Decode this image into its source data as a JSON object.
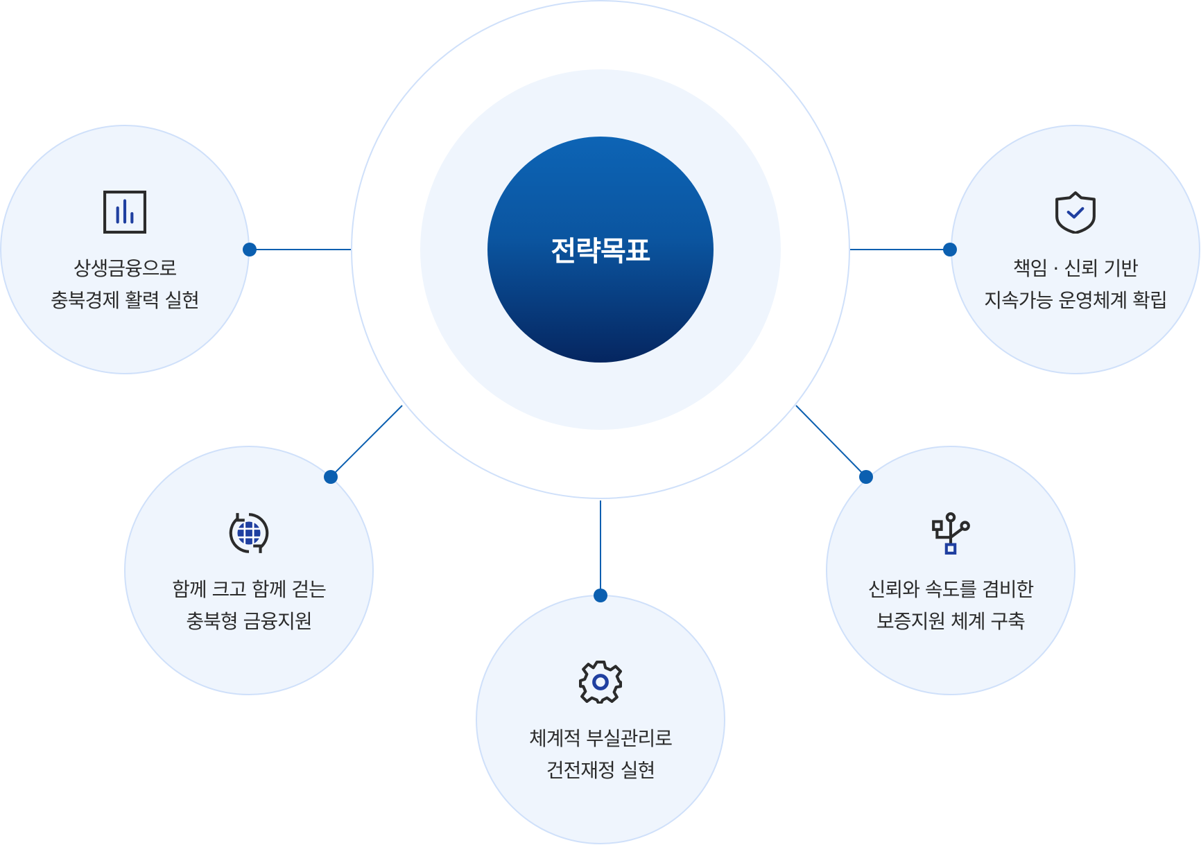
{
  "center": {
    "title": "전략목표"
  },
  "nodes": [
    {
      "line1": "상생금융으로",
      "line2": "충북경제 활력 실현",
      "icon": "bar-chart-icon"
    },
    {
      "line1": "책임 · 신뢰 기반",
      "line2": "지속가능 운영체계 확립",
      "icon": "shield-check-icon"
    },
    {
      "line1": "함께 크고 함께 걷는",
      "line2": "충북형 금융지원",
      "icon": "globe-cycle-icon"
    },
    {
      "line1": "체계적 부실관리로",
      "line2": "건전재정 실현",
      "icon": "gear-icon"
    },
    {
      "line1": "신뢰와 속도를 겸비한",
      "line2": "보증지원 체계 구축",
      "icon": "network-icon"
    }
  ],
  "colors": {
    "accent": "#0b5fb0",
    "dark": "#062a60",
    "light": "#eff5fd",
    "ring": "#cfe0fa",
    "icon_blue": "#1f3fa0"
  }
}
